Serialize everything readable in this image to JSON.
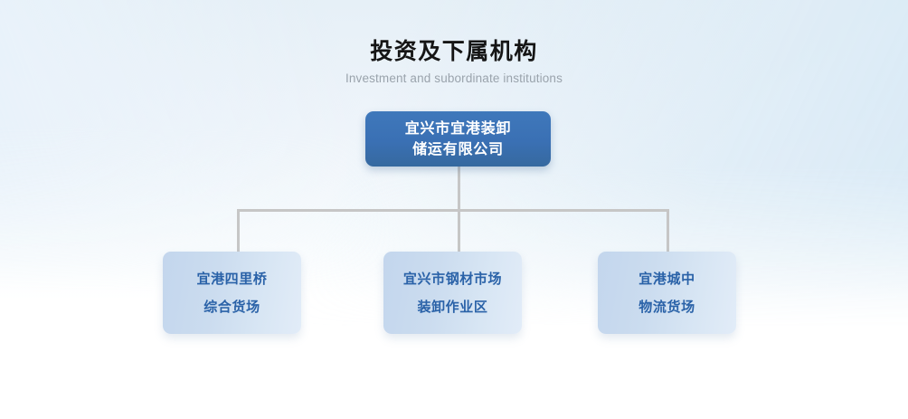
{
  "page": {
    "title_cn": "投资及下属机构",
    "title_en": "Investment and subordinate institutions",
    "background_top": "#e6f0f7",
    "background_bottom": "#ffffff"
  },
  "colors": {
    "root_box": "#3a70b4",
    "root_text": "#ffffff",
    "child_box": "#cbdcef",
    "child_text": "#2a62a8",
    "connector": "#c6c6c6",
    "title_cn": "#151515",
    "title_en": "#9aa3ac"
  },
  "org_chart": {
    "root": {
      "name": "宜兴市宜港装卸储运有限公司",
      "lines": [
        "宜兴市宜港装卸",
        "储运有限公司"
      ]
    },
    "children": [
      {
        "name": "宜港四里桥综合货场",
        "lines": [
          "宜港四里桥",
          "综合货场"
        ]
      },
      {
        "name": "宜兴市钢材市场装卸作业区",
        "lines": [
          "宜兴市钢材市场",
          "装卸作业区"
        ]
      },
      {
        "name": "宜港城中物流货场",
        "lines": [
          "宜港城中",
          "物流货场"
        ]
      }
    ]
  }
}
